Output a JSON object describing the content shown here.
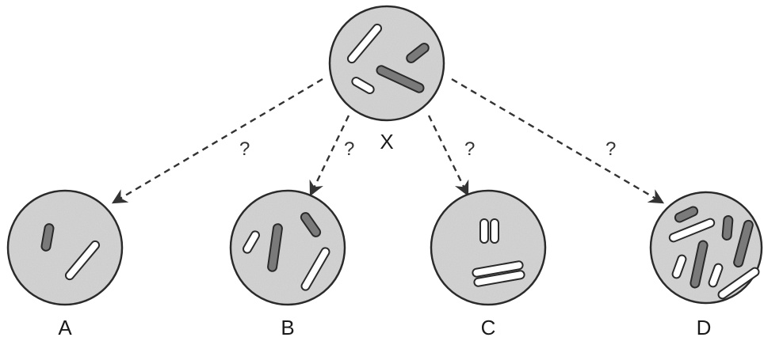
{
  "colors": {
    "cell_fill": "#d6d6d6",
    "cell_stroke": "#2a2a2a",
    "chromosome_dark": "#7a7a7a",
    "chromosome_light": "#ffffff",
    "arrow": "#333333"
  },
  "parent": {
    "label": "X"
  },
  "arrows": [
    {
      "target": "A",
      "label": "?"
    },
    {
      "target": "B",
      "label": "?"
    },
    {
      "target": "C",
      "label": "?"
    },
    {
      "target": "D",
      "label": "?"
    }
  ],
  "daughters": [
    {
      "label": "A",
      "chromosomes": 2
    },
    {
      "label": "B",
      "chromosomes": 4
    },
    {
      "label": "C",
      "chromosomes": 4
    },
    {
      "label": "D",
      "chromosomes": 8
    }
  ]
}
